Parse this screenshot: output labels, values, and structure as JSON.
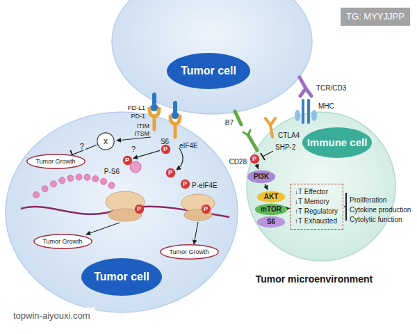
{
  "diagram": {
    "nodes": [
      {
        "text": [
          "Tumor cell"
        ]
      },
      {
        "text": [
          "Tumor cell"
        ]
      },
      {
        "text": [
          "x"
        ],
        "in": 1
      },
      {
        "text": [
          "P"
        ],
        "in": 1
      },
      {
        "text": [
          "P"
        ],
        "in": 1
      },
      {
        "text": [
          "Tumor Growth"
        ],
        "in": 1
      },
      {
        "text": [
          "P"
        ],
        "in": 1
      },
      {
        "text": [
          "Tumor Growth"
        ],
        "in": 1
      },
      {
        "text": [
          "P"
        ],
        "in": 1
      },
      {
        "text": [
          "P"
        ],
        "in": 1
      },
      {
        "text": [
          "P"
        ],
        "in": 1
      },
      {
        "text": [
          "Tumor Growth"
        ],
        "in": 1
      },
      {
        "text": [
          "Immune cell"
        ]
      },
      {
        "text": [
          "P"
        ],
        "in": 12
      },
      {
        "text": [
          "PI3K"
        ],
        "in": 12
      },
      {
        "text": [
          "AKT"
        ],
        "in": 12
      },
      {
        "text": [
          "mTOR"
        ],
        "in": 12
      },
      {
        "text": [
          "S6"
        ],
        "in": 12
      },
      {
        "text": [
          "↓T Effector",
          "↓T Memory",
          "↑T Regulatory",
          "↑T Exhausted"
        ],
        "in": 12
      }
    ],
    "edges": [
      {
        "from": 2,
        "to": 5,
        "arrow": "to",
        "label": "?"
      },
      {
        "from": 3,
        "to": 4,
        "arrow": "to"
      },
      {
        "from": 13,
        "to": 14,
        "arrow": "to"
      },
      {
        "from": 14,
        "to": 15,
        "arrow": "to"
      },
      {
        "from": 16,
        "to": 18,
        "arrow": "to"
      }
    ],
    "labels": [
      "TG: MYYJJPP",
      "PD-L1",
      "PD-1",
      "ITIM",
      "ITSM",
      "?",
      "S6",
      "P-S6",
      "eIF4E",
      "P-eIF4E",
      "TCR/CD3",
      "MHC",
      "B7",
      "CD28",
      "CTLA4",
      "SHP-2",
      "Proliferation",
      "Cytokine production",
      "Cytolytic function",
      "Tumor microenvironment",
      "topwin-aiyouxi.com"
    ]
  }
}
